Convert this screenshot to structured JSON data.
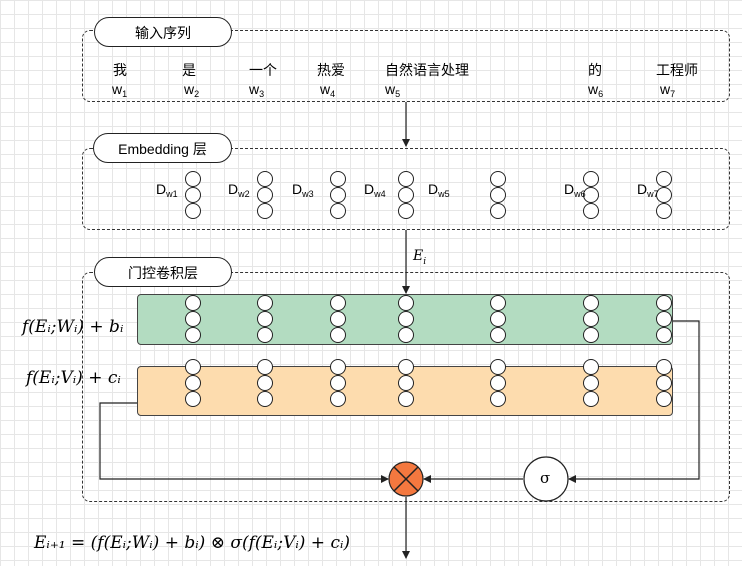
{
  "sections": {
    "input": {
      "title": "输入序列"
    },
    "embedding": {
      "title": "Embedding 层"
    },
    "gated": {
      "title": "门控卷积层"
    }
  },
  "words": [
    {
      "text": "我",
      "sub_base": "w",
      "sub_index": "1"
    },
    {
      "text": "是",
      "sub_base": "w",
      "sub_index": "2"
    },
    {
      "text": "一个",
      "sub_base": "w",
      "sub_index": "3"
    },
    {
      "text": "热爱",
      "sub_base": "w",
      "sub_index": "4"
    },
    {
      "text": "自然语言处理",
      "sub_base": "w",
      "sub_index": "5"
    },
    {
      "text": "的",
      "sub_base": "w",
      "sub_index": "6"
    },
    {
      "text": "工程师",
      "sub_base": "w",
      "sub_index": "7"
    }
  ],
  "embeddings": [
    {
      "base": "D",
      "sub": "w1"
    },
    {
      "base": "D",
      "sub": "w2"
    },
    {
      "base": "D",
      "sub": "w3"
    },
    {
      "base": "D",
      "sub": "w4"
    },
    {
      "base": "D",
      "sub": "w5"
    },
    {
      "base": "D",
      "sub": "w6"
    },
    {
      "base": "D",
      "sub": "w7"
    }
  ],
  "edge_label": {
    "base": "E",
    "sub": "i"
  },
  "formulas": {
    "top_band": "f(Eᵢ;Wᵢ) + bᵢ",
    "bottom_band": "f(Eᵢ;Vᵢ) + cᵢ",
    "output": "Eᵢ₊₁ = (f(Eᵢ;Wᵢ) + bᵢ) ⊗ σ(f(Eᵢ;Vᵢ) + cᵢ)"
  },
  "sigma_label": "σ",
  "colors": {
    "top_band": "#b3dcc1",
    "bottom_band": "#fddcae",
    "multiply_node": "#f4783f"
  }
}
